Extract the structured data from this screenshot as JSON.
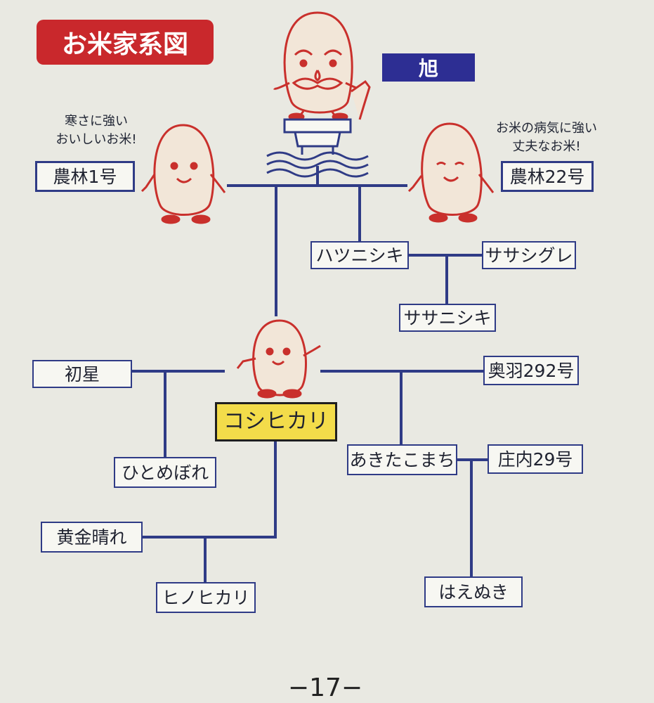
{
  "title": "お米家系図",
  "nodes": {
    "asahi": "旭",
    "norin1": "農林1号",
    "norin22": "農林22号",
    "hatsunishiki": "ハツニシキ",
    "sasashigure": "ササシグレ",
    "sasanishiki": "ササニシキ",
    "koshihikari": "コシヒカリ",
    "hatsuboshi": "初星",
    "hitomebore": "ひとめぼれ",
    "koganebare": "黄金晴れ",
    "hinohikari": "ヒノヒカリ",
    "ou292": "奥羽292号",
    "akitakomachi": "あきたこまち",
    "shonai29": "庄内29号",
    "haenuki": "はえぬき"
  },
  "notes": {
    "norin1_line1": "寒さに強い",
    "norin1_line2": "おいしいお米!",
    "norin22_line1": "お米の病気に強い",
    "norin22_line2": "丈夫なお米!"
  },
  "page_number": "−17−",
  "colors": {
    "badge": "#c9282c",
    "asahi_label": "#2d2e93",
    "line": "#2f3b86",
    "mascot": "#c9302c",
    "highlight": "#f3dc4a"
  }
}
